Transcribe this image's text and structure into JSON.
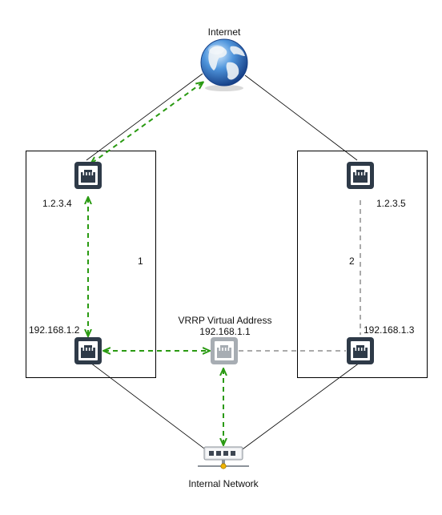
{
  "internet": {
    "label": "Internet"
  },
  "router1": {
    "number": "1",
    "public_ip": "1.2.3.4",
    "private_ip": "192.168.1.2"
  },
  "router2": {
    "number": "2",
    "public_ip": "1.2.3.5",
    "private_ip": "192.168.1.3"
  },
  "vrrp": {
    "title": "VRRP Virtual Address",
    "address": "192.168.1.1"
  },
  "internal": {
    "label": "Internal Network"
  },
  "colors": {
    "active_link": "#2a9a12",
    "standby_link": "#aaaaaa",
    "port_dark": "#2e3a48",
    "port_faded": "#a7adb3",
    "box_border": "#000000"
  },
  "icons": {
    "internet": "globe-icon",
    "port": "ethernet-port-icon",
    "internal": "network-switch-icon"
  }
}
